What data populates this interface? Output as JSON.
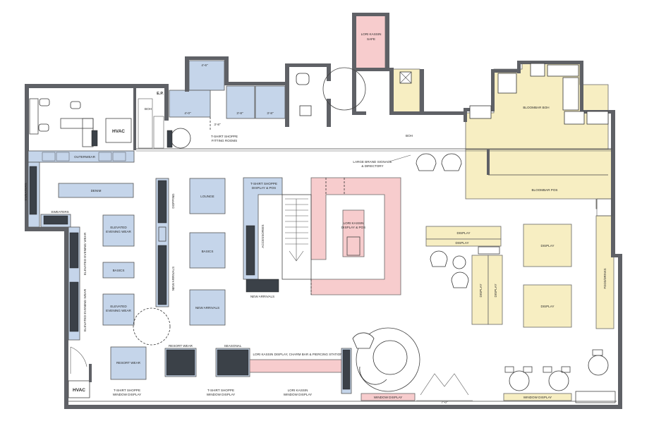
{
  "labels": {
    "lori_kassin_safe": [
      "LORI KASSIN",
      "SAFE"
    ],
    "boh_left": "BOH",
    "ep": "E.P.",
    "hvac": "HVAC",
    "hvac_bottom": "HVAC",
    "fitting_rooms": [
      "T-SHIRT SHOPPE",
      "FITTING ROOMS"
    ],
    "boh_corridor": "BOH",
    "bloombar_boh": "BLOOMBAR BOH",
    "bloombar_pos": "BLOOMBAR POS",
    "large_brand_signage": [
      "LARGE BRAND SIGNAGE",
      "& DIRECTORY"
    ],
    "outerwear": "OUTERWEAR",
    "denim": "DENIM",
    "sweaters": "SWEATERS",
    "sweaters_side": "SWEATERS",
    "elevated_evening_wear_1": [
      "ELEVATED",
      "EVENING WEAR"
    ],
    "basics_left": "BASICS",
    "elevated_evening_wear_2": [
      "ELEVATED",
      "EVENING WEAR"
    ],
    "elevated_evening_wear_wall_1": "ELEVATED EVENING WEAR",
    "elevated_evening_wear_wall_2": "ELEVATED EVENING WEAR",
    "dopping": "DOPPING",
    "new_arrivals_vertical": "NEW ARRIVALS",
    "lounge": "LOUNGE",
    "basics_center": "BASICS",
    "new_arrivals_box": "NEW ARRIVALS",
    "tshirt_display_pos": [
      "T-SHIRT SHOPPE",
      "DISPLAY & POS"
    ],
    "accessories": "ACCESSORIES",
    "lori_kassin_display_pos": [
      "LORI KASSIN",
      "DISPLAY & POS"
    ],
    "new_arrivals_bottom": "NEW ARRIVALS",
    "display_top": "DISPLAY",
    "display_top_2": "DISPLAY",
    "display_right_top": "DISPLAY",
    "display_right_bottom": "DISPLAY",
    "display_vertical_1": "DISPLAY",
    "display_vertical_2": "DISPLAY",
    "food_drinks": "FOOD/DRINKS",
    "resort_wear": "RESORT WEAR",
    "resort_wear_top": "RESORT WEAR",
    "seasonal": "SEASONAL",
    "lori_kassin_station": "LORI KASSIN DISPLAY, CHARM BAR & PIERCING STATION",
    "tshirt_window_1": [
      "T-SHIRT SHOPPE",
      "WINDOW DISPLAY"
    ],
    "tshirt_window_2": [
      "T-SHIRT SHOPPE",
      "WINDOW DISPLAY"
    ],
    "lori_kassin_window": [
      "LORI KASSIN",
      "WINDOW DISPLAY"
    ],
    "window_display_pink": "WINDOW DISPLAY",
    "window_display_right": "WINDOW DISPLAY",
    "dim_7_0": "7'-0\"",
    "dim_4_6": "4'-6\"",
    "dim_3_8_a": "3'-8\"",
    "dim_3_8_b": "3'-8\"",
    "dim_3_8_c": "3'-8\"",
    "dim_4_0": "4'-0\""
  },
  "colors": {
    "blue_zone": "#c5d5ea",
    "pink_zone": "#f7cccd",
    "yellow_zone": "#f7eec2",
    "walls": "#5f6166"
  }
}
